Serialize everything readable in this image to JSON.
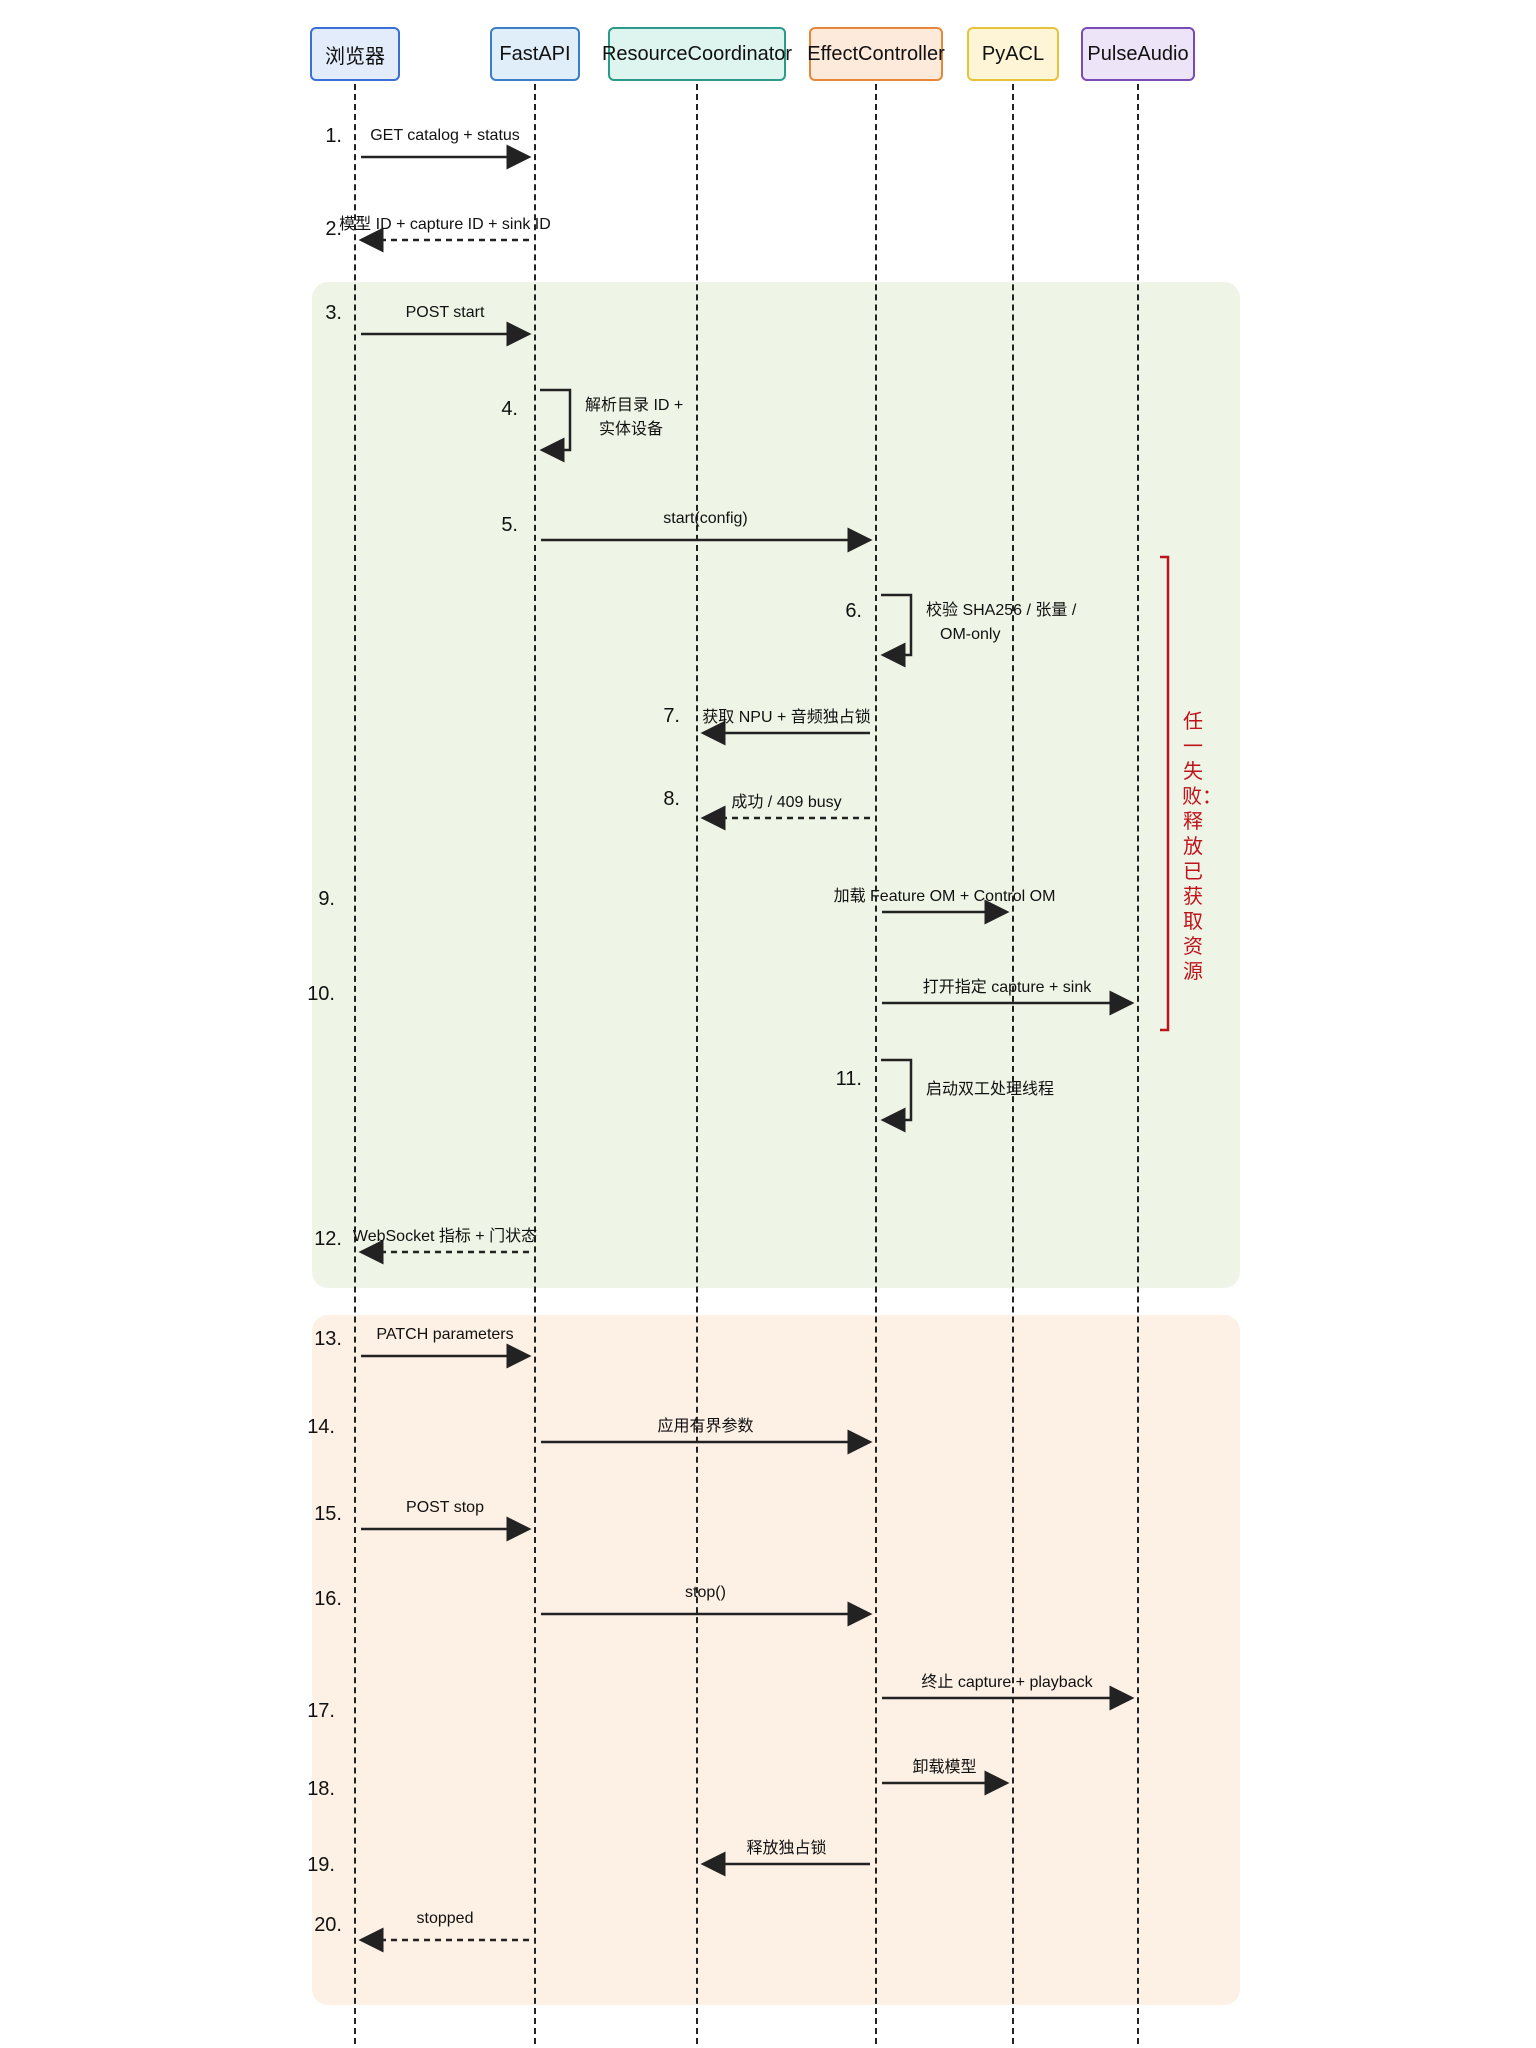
{
  "participants": [
    {
      "id": "browser",
      "label": "浏览器",
      "border": "#3a6fd8",
      "fill": "#e3ecfb"
    },
    {
      "id": "fastapi",
      "label": "FastAPI",
      "border": "#3a7ec8",
      "fill": "#e0eefa"
    },
    {
      "id": "rc",
      "label": "ResourceCoordinator",
      "border": "#2a9a8a",
      "fill": "#def4ef"
    },
    {
      "id": "ec",
      "label": "EffectController",
      "border": "#e8863a",
      "fill": "#fdeadb"
    },
    {
      "id": "pyacl",
      "label": "PyACL",
      "border": "#e8c33a",
      "fill": "#fdf5d6"
    },
    {
      "id": "pulse",
      "label": "PulseAudio",
      "border": "#7a4ab8",
      "fill": "#eee4f8"
    }
  ],
  "sections": [
    {
      "id": "start-phase",
      "color": "#eef5e6"
    },
    {
      "id": "run-stop-phase",
      "color": "#fdf0e4"
    }
  ],
  "colors": {
    "note": "#c0121b",
    "line": "#222222"
  },
  "steps": [
    {
      "num": "1.",
      "kind": "msg",
      "from": "browser",
      "to": "fastapi",
      "label": "GET catalog + status",
      "style": "solid"
    },
    {
      "num": "2.",
      "kind": "msg",
      "from": "fastapi",
      "to": "browser",
      "label": "模型 ID + capture ID + sink ID",
      "style": "dashed"
    },
    {
      "num": "3.",
      "kind": "msg",
      "from": "browser",
      "to": "fastapi",
      "label": "POST start",
      "style": "solid"
    },
    {
      "num": "4.",
      "kind": "self",
      "from": "fastapi",
      "label": "解析目录 ID +\n实体设备"
    },
    {
      "num": "5.",
      "kind": "msg",
      "from": "fastapi",
      "to": "ec",
      "label": "start(config)",
      "style": "solid"
    },
    {
      "num": "6.",
      "kind": "self",
      "from": "ec",
      "label": "校验 SHA256 / 张量 /\nOM-only"
    },
    {
      "num": "7.",
      "kind": "msg",
      "from": "ec",
      "to": "rc",
      "label": "获取 NPU + 音频独占锁",
      "style": "solid"
    },
    {
      "num": "8.",
      "kind": "msg",
      "from": "ec",
      "to": "rc",
      "label": "成功 / 409 busy",
      "style": "dashed"
    },
    {
      "num": "9.",
      "kind": "msg",
      "from": "ec",
      "to": "pyacl",
      "label": "加载 Feature OM + Control OM",
      "style": "solid"
    },
    {
      "num": "10.",
      "kind": "msg",
      "from": "ec",
      "to": "pulse",
      "label": "打开指定 capture + sink",
      "style": "solid"
    },
    {
      "num": "11.",
      "kind": "self",
      "from": "ec",
      "label": "启动双工处理线程"
    },
    {
      "num": "12.",
      "kind": "msg",
      "from": "fastapi",
      "to": "browser",
      "label": "WebSocket 指标 + 门状态",
      "style": "dashed"
    },
    {
      "num": "13.",
      "kind": "msg",
      "from": "browser",
      "to": "fastapi",
      "label": "PATCH parameters",
      "style": "solid"
    },
    {
      "num": "14.",
      "kind": "msg",
      "from": "fastapi",
      "to": "ec",
      "label": "应用有界参数",
      "style": "solid"
    },
    {
      "num": "15.",
      "kind": "msg",
      "from": "browser",
      "to": "fastapi",
      "label": "POST stop",
      "style": "solid"
    },
    {
      "num": "16.",
      "kind": "msg",
      "from": "fastapi",
      "to": "ec",
      "label": "stop()",
      "style": "solid"
    },
    {
      "num": "17.",
      "kind": "msg",
      "from": "ec",
      "to": "pulse",
      "label": "终止 capture + playback",
      "style": "solid"
    },
    {
      "num": "18.",
      "kind": "msg",
      "from": "ec",
      "to": "pyacl",
      "label": "卸载模型",
      "style": "solid"
    },
    {
      "num": "19.",
      "kind": "msg",
      "from": "ec",
      "to": "rc",
      "label": "释放独占锁",
      "style": "solid"
    },
    {
      "num": "20.",
      "kind": "msg",
      "from": "fastapi",
      "to": "browser",
      "label": "stopped",
      "style": "dashed"
    }
  ],
  "note": {
    "text": "任一失败：释放已获取资源"
  }
}
